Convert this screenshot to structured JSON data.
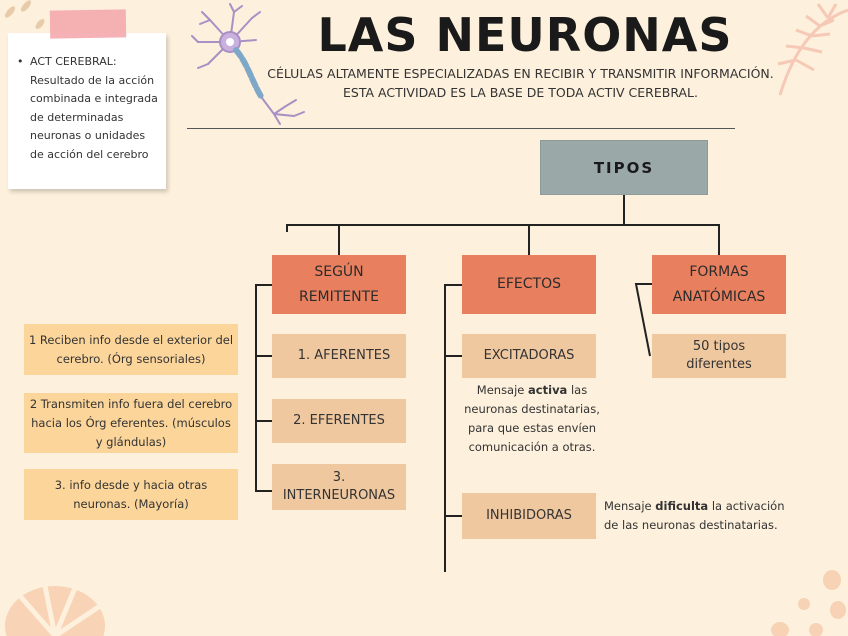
{
  "title": "LAS NEURONAS",
  "subtitle_line1": "CÉLULAS ALTAMENTE ESPECIALIZADAS EN RECIBIR Y TRANSMITIR INFORMACIÓN.",
  "subtitle_line2": "ESTA ACTIVIDAD ES LA BASE DE TODA ACTIV CEREBRAL.",
  "note": {
    "bullet": "•",
    "text": "ACT CEREBRAL: Resultado de la acción combinada e integrada de determinadas neuronas o unidades de acción del cerebro"
  },
  "root": "TIPOS",
  "categories": [
    {
      "label": "SEGÚN REMITENTE"
    },
    {
      "label": "EFECTOS"
    },
    {
      "label": "FORMAS ANATÓMICAS"
    }
  ],
  "remitente_items": [
    "1. AFERENTES",
    "2. EFERENTES",
    "3. INTERNEURONAS"
  ],
  "remitente_descs": [
    "1 Reciben info desde el exterior del cerebro. (Órg sensoriales)",
    "2 Transmiten info fuera del cerebro hacia los Órg eferentes. (músculos y glándulas)",
    "3. info desde y hacia otras neuronas. (Mayoría)"
  ],
  "efectos": {
    "excitadoras": "EXCITADORAS",
    "exc_desc_pre": "Mensaje ",
    "exc_desc_bold": "activa",
    "exc_desc_post": " las neuronas destinatarias, para que estas envíen comunicación a otras.",
    "inhibidoras": "INHIBIDORAS",
    "inh_desc_pre": "Mensaje ",
    "inh_desc_bold": "dificulta",
    "inh_desc_post": " la activación de las neuronas destinatarias."
  },
  "formas_item": "50 tipos diferentes",
  "colors": {
    "background": "#fdf0dc",
    "root_box": "#9aa8a8",
    "category_box": "#e8805f",
    "sub_box": "#f0c8a0",
    "desc_box": "#fbd59a",
    "note_tape": "#f4a8ad"
  },
  "icons": [
    "neuron-illustration",
    "leaf-decoration"
  ]
}
